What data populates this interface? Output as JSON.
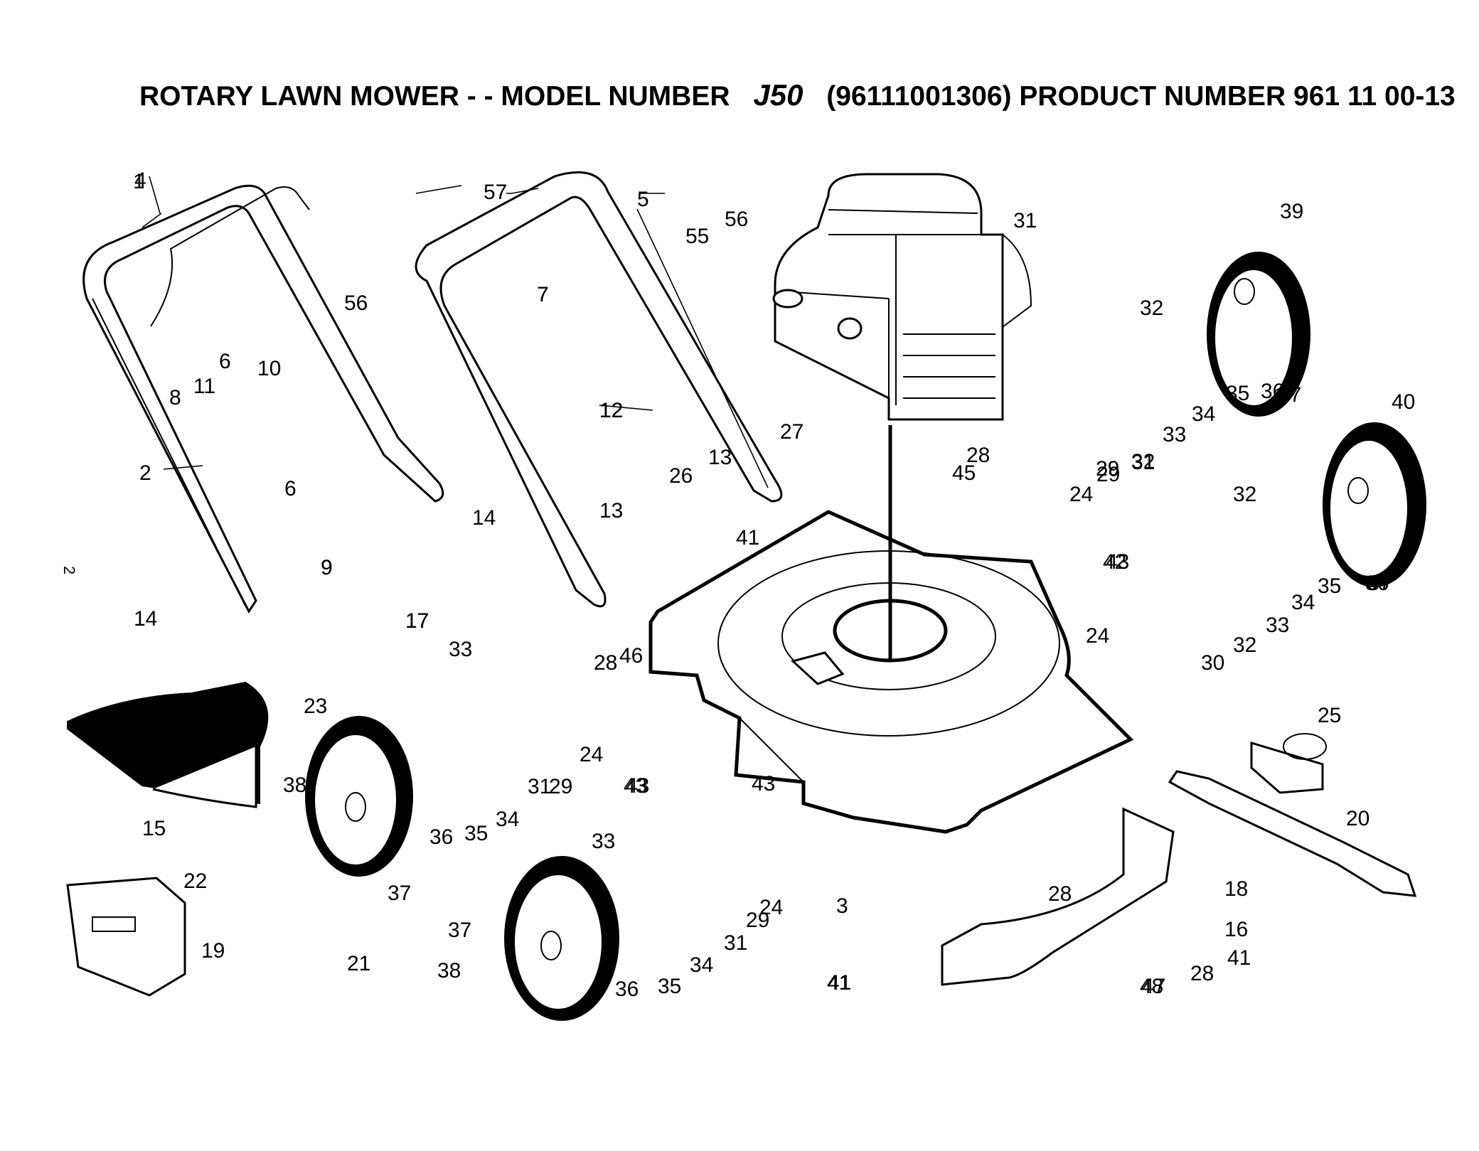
{
  "title": {
    "prefix": "ROTARY LAWN MOWER - - MODEL NUMBER",
    "model": "J50",
    "suffix": "(96111001306) PRODUCT NUMBER 961 11 00-13"
  },
  "side_mark": "2",
  "callouts": [
    "1",
    "2",
    "3",
    "4",
    "5",
    "6",
    "6",
    "7",
    "7",
    "8",
    "9",
    "9",
    "10",
    "11",
    "12",
    "12",
    "13",
    "13",
    "14",
    "14",
    "15",
    "16",
    "17",
    "17",
    "18",
    "19",
    "20",
    "21",
    "22",
    "23",
    "24",
    "24",
    "24",
    "24",
    "25",
    "26",
    "27",
    "28",
    "28",
    "28",
    "28",
    "29",
    "29",
    "29",
    "29",
    "30",
    "31",
    "31",
    "31",
    "31",
    "32",
    "32",
    "32",
    "32",
    "33",
    "33",
    "33",
    "33",
    "34",
    "34",
    "34",
    "34",
    "35",
    "35",
    "35",
    "35",
    "36",
    "36",
    "36",
    "36",
    "37",
    "37",
    "37",
    "37",
    "38",
    "38",
    "39",
    "40",
    "41",
    "41",
    "41",
    "41",
    "42",
    "43",
    "43",
    "43",
    "43",
    "45",
    "46",
    "47",
    "48",
    "55",
    "56",
    "56",
    "57"
  ]
}
